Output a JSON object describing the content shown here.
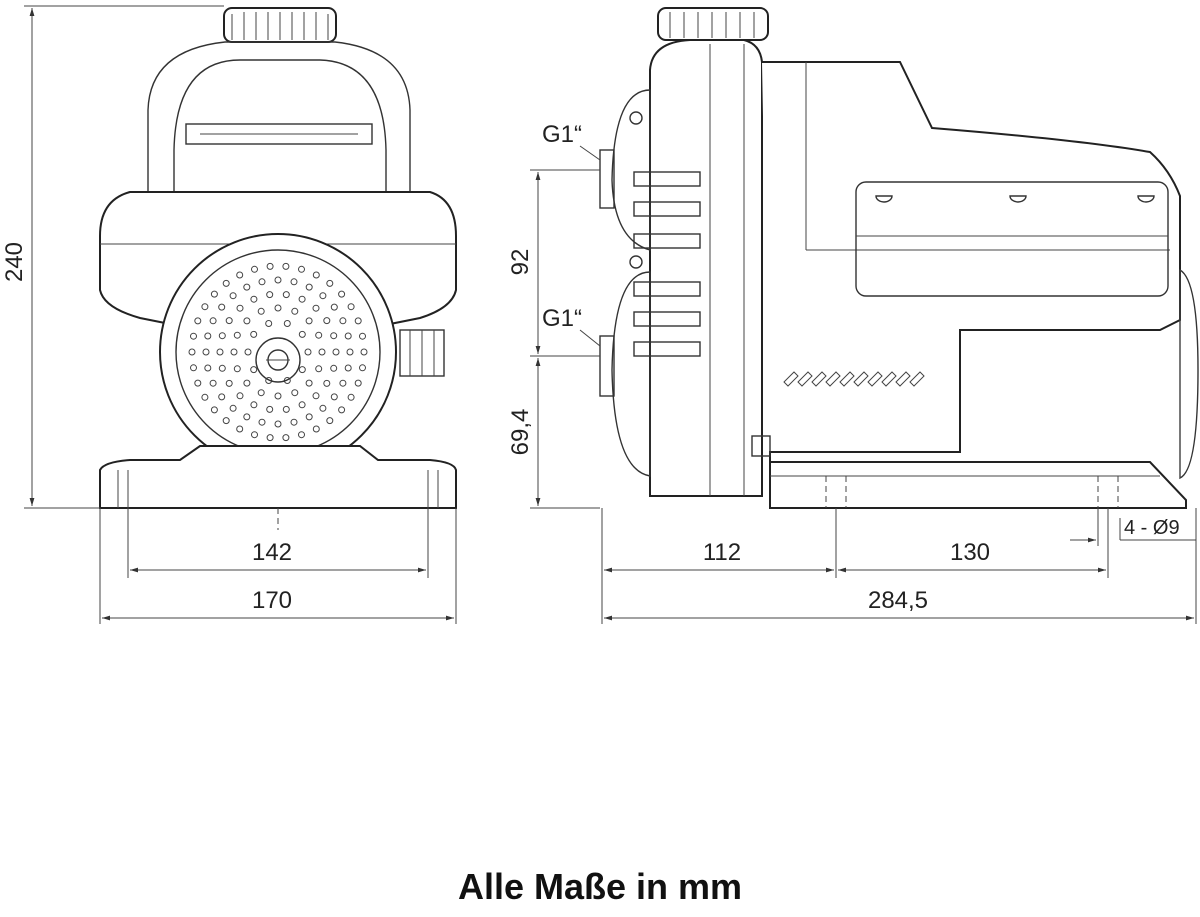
{
  "front_view": {
    "height_label": "240",
    "hole_spacing_label": "142",
    "width_label": "170"
  },
  "side_view": {
    "inlet_top_label": "G1“",
    "inlet_bottom_label": "G1“",
    "port_spacing_label": "92",
    "port_height_label": "69,4",
    "front_to_hole_label": "112",
    "hole_to_hole_label": "130",
    "hole_spec_label": "4 - Ø9",
    "total_length_label": "284,5"
  },
  "caption": "Alle Maße in mm"
}
